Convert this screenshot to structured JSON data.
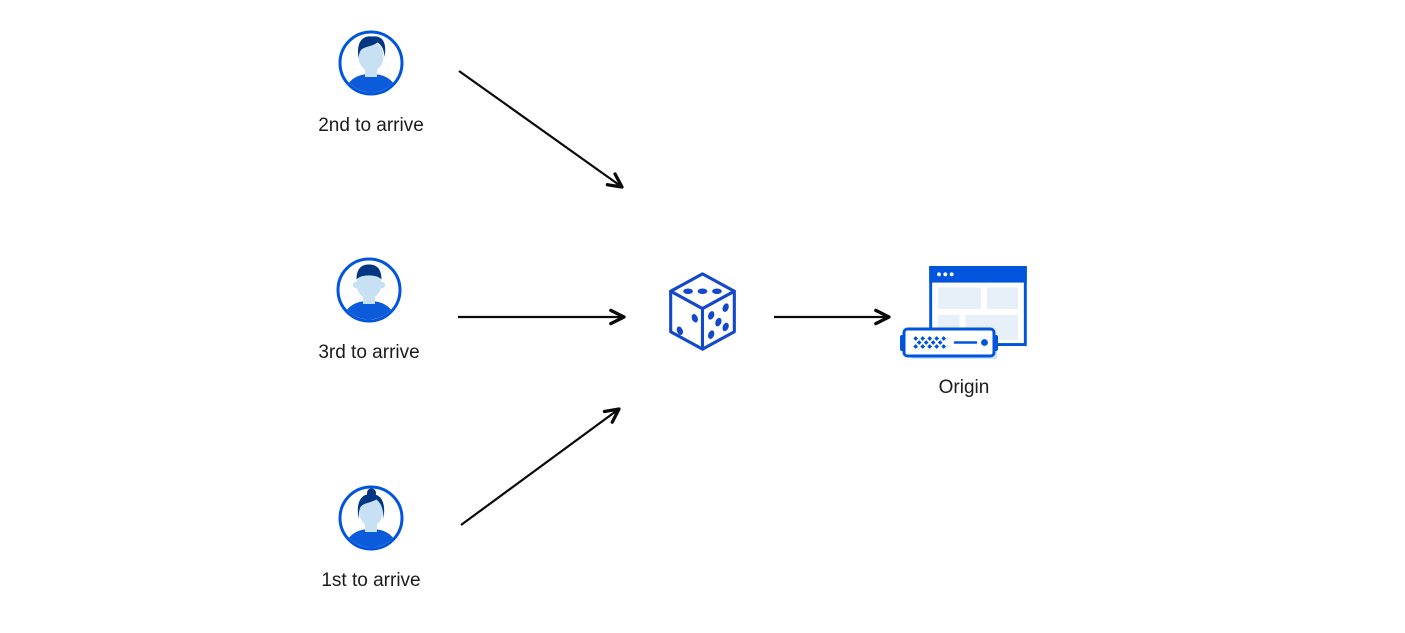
{
  "diagram": {
    "users": [
      {
        "label": "2nd to arrive",
        "avatar_icon": "male-quiff-avatar-icon"
      },
      {
        "label": "3rd to arrive",
        "avatar_icon": "male-short-hair-avatar-icon"
      },
      {
        "label": "1st to arrive",
        "avatar_icon": "female-bun-avatar-icon"
      }
    ],
    "selector": {
      "icon": "dice-icon"
    },
    "origin": {
      "label": "Origin",
      "icons": [
        "browser-window-icon",
        "server-icon"
      ]
    },
    "arrows": [
      {
        "name": "arrow-user2nd-to-dice",
        "direction": "down-right"
      },
      {
        "name": "arrow-user3rd-to-dice",
        "direction": "right"
      },
      {
        "name": "arrow-user1st-to-dice",
        "direction": "up-right"
      },
      {
        "name": "arrow-dice-to-origin",
        "direction": "right"
      }
    ],
    "colors": {
      "blue": "#0055dc",
      "dark_blue": "#003682",
      "face_blue": "#c8e0f4",
      "shirt_blue": "#0b5bdb",
      "pale_blue": "#e7f0f9",
      "shadow_blue": "#cfe4f7",
      "dice_blue": "#1348cb",
      "arrow_black": "#0a0a0a",
      "text": "#1b1b1d",
      "background": "#ffffff"
    }
  }
}
